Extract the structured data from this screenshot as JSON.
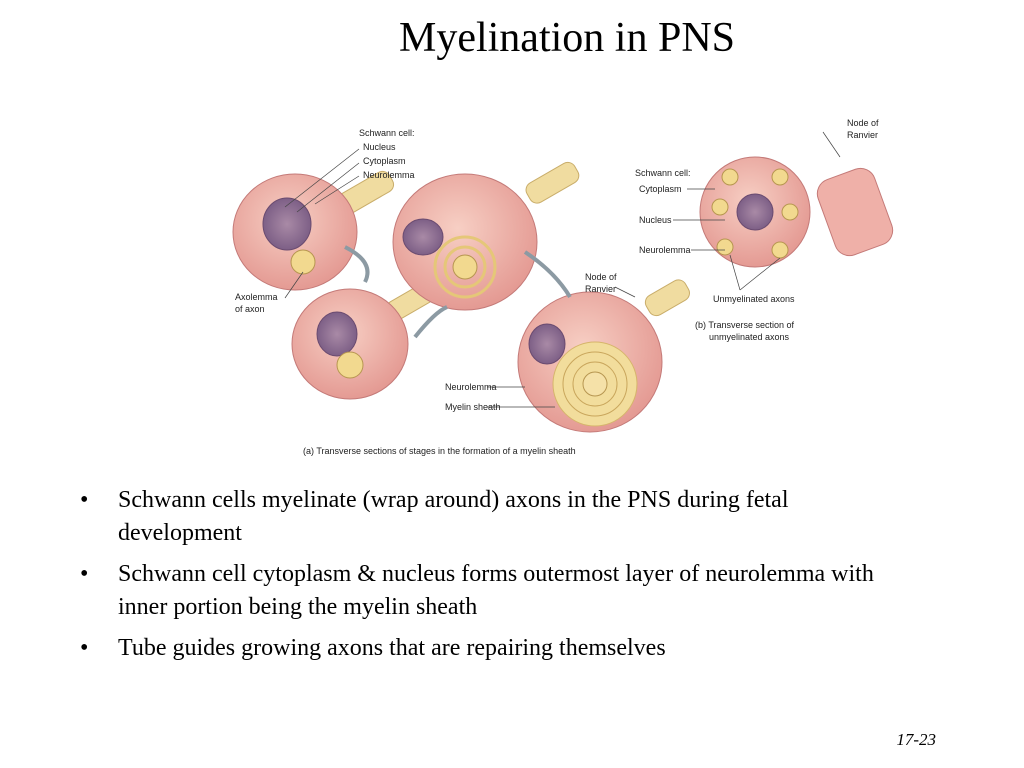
{
  "slide": {
    "title": "Myelination in PNS",
    "page_number": "17-23"
  },
  "figure": {
    "labels": {
      "schwann_cell_a": "Schwann cell:",
      "nucleus_a": "Nucleus",
      "cytoplasm_a": "Cytoplasm",
      "neurolemma_a": "Neurolemma",
      "axolemma_1": "Axolemma",
      "axolemma_2": "of axon",
      "node_ranvier_a1": "Node of",
      "node_ranvier_a2": "Ranvier",
      "neurolemma_a2": "Neurolemma",
      "myelin_sheath": "Myelin sheath",
      "caption_a": "(a)  Transverse sections of stages in the formation of a myelin sheath",
      "node_ranvier_b1": "Node of",
      "node_ranvier_b2": "Ranvier",
      "schwann_cell_b": "Schwann cell:",
      "cytoplasm_b": "Cytoplasm",
      "nucleus_b": "Nucleus",
      "neurolemma_b": "Neurolemma",
      "unmyelinated_axons": "Unmyelinated axons",
      "caption_b1": "(b) Transverse section of",
      "caption_b2": "unmyelinated axons"
    }
  },
  "bullets": [
    {
      "marker": "•",
      "text": "Schwann cells myelinate (wrap around) axons in the PNS during fetal development"
    },
    {
      "marker": "•",
      "text": "Schwann cell cytoplasm & nucleus forms outermost layer of neurolemma with inner portion being the myelin sheath"
    },
    {
      "marker": "•",
      "text": "Tube guides growing axons that are repairing themselves"
    }
  ]
}
